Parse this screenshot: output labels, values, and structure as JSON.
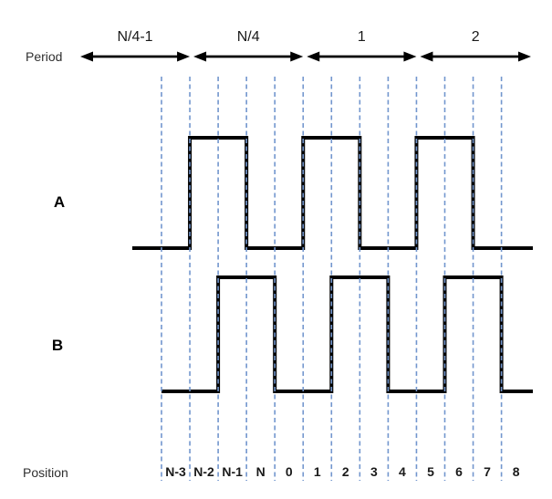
{
  "colors": {
    "signal": "#000000",
    "grid_line": "#7296ce",
    "text": "#1a1a1a",
    "muted_text": "#2f2f2f",
    "background": "#ffffff"
  },
  "period_row": {
    "label": "Period",
    "segments": [
      {
        "label": "N/4-1"
      },
      {
        "label": "N/4"
      },
      {
        "label": "1"
      },
      {
        "label": "2"
      }
    ]
  },
  "signals": [
    {
      "label": "A",
      "start_level": "low",
      "transition_lines": [
        1,
        3,
        5,
        7,
        9,
        11
      ],
      "extends_before_grid": true
    },
    {
      "label": "B",
      "start_level": "low",
      "transition_lines": [
        2,
        4,
        6,
        8,
        10,
        12
      ],
      "extends_before_grid": false
    }
  ],
  "position_row": {
    "label": "Position",
    "values": [
      "N-3",
      "N-2",
      "N-1",
      "N",
      "0",
      "1",
      "2",
      "3",
      "4",
      "5",
      "6",
      "7",
      "8"
    ]
  },
  "grid": {
    "line_count": 13
  }
}
